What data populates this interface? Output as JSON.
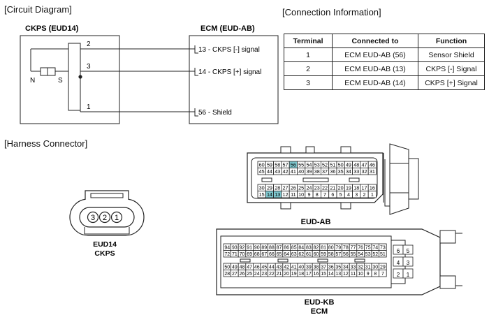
{
  "headers": {
    "circuit": "[Circuit Diagram]",
    "connection": "[Connection Information]",
    "harness": "[Harness Connector]"
  },
  "circuit": {
    "left_title": "CKPS (EUD14)",
    "right_title": "ECM (EUD-AB)",
    "pole_n": "N",
    "pole_s": "S",
    "wires": [
      {
        "pin": "2",
        "label": "13 - CKPS [-] signal"
      },
      {
        "pin": "3",
        "label": "14 - CKPS [+] signal"
      },
      {
        "pin": "1",
        "label": "56 - Shield"
      }
    ]
  },
  "table": {
    "columns": [
      "Terminal",
      "Connected to",
      "Function"
    ],
    "rows": [
      [
        "1",
        "ECM EUD-AB (56)",
        "Sensor Shield"
      ],
      [
        "2",
        "ECM EUD-AB (13)",
        "CKPS [-] Signal"
      ],
      [
        "3",
        "ECM EUD-AB (14)",
        "CKPS [+] Signal"
      ]
    ]
  },
  "connectors": {
    "ckps": {
      "pins": [
        "3",
        "2",
        "1"
      ],
      "label1": "EUD14",
      "label2": "CKPS"
    },
    "eud_ab": {
      "label": "EUD-AB",
      "row1": [
        "60",
        "59",
        "58",
        "57",
        "56",
        "55",
        "54",
        "53",
        "52",
        "51",
        "50",
        "49",
        "48",
        "47",
        "46"
      ],
      "row2": [
        "45",
        "44",
        "43",
        "42",
        "41",
        "40",
        "39",
        "38",
        "37",
        "36",
        "35",
        "34",
        "33",
        "32",
        "31"
      ],
      "row3": [
        "30",
        "29",
        "28",
        "27",
        "26",
        "25",
        "24",
        "23",
        "22",
        "21",
        "20",
        "19",
        "18",
        "17",
        "16"
      ],
      "row4": [
        "15",
        "14",
        "13",
        "12",
        "11",
        "10",
        "9",
        "8",
        "7",
        "6",
        "5",
        "4",
        "3",
        "2",
        "1"
      ],
      "highlight": [
        "56",
        "14",
        "13"
      ],
      "highlight_color": "#7fc8cf"
    },
    "eud_kb": {
      "label1": "EUD-KB",
      "label2": "ECM",
      "row1": [
        "94",
        "93",
        "92",
        "91",
        "90",
        "89",
        "88",
        "87",
        "86",
        "85",
        "84",
        "83",
        "82",
        "81",
        "80",
        "79",
        "78",
        "77",
        "76",
        "75",
        "74",
        "73"
      ],
      "row2": [
        "72",
        "71",
        "70",
        "69",
        "68",
        "67",
        "66",
        "65",
        "64",
        "63",
        "62",
        "61",
        "60",
        "59",
        "58",
        "57",
        "56",
        "55",
        "54",
        "53",
        "52",
        "51"
      ],
      "row3": [
        "50",
        "49",
        "48",
        "47",
        "46",
        "45",
        "44",
        "43",
        "42",
        "41",
        "40",
        "39",
        "38",
        "37",
        "36",
        "35",
        "34",
        "33",
        "32",
        "31",
        "30",
        "29"
      ],
      "row4": [
        "28",
        "27",
        "26",
        "25",
        "24",
        "23",
        "22",
        "21",
        "20",
        "19",
        "18",
        "17",
        "16",
        "15",
        "14",
        "13",
        "12",
        "11",
        "10",
        "9",
        "8",
        "7"
      ],
      "side": [
        [
          "6",
          "5"
        ],
        [
          "4",
          "3"
        ],
        [
          "2",
          "1"
        ]
      ]
    }
  }
}
